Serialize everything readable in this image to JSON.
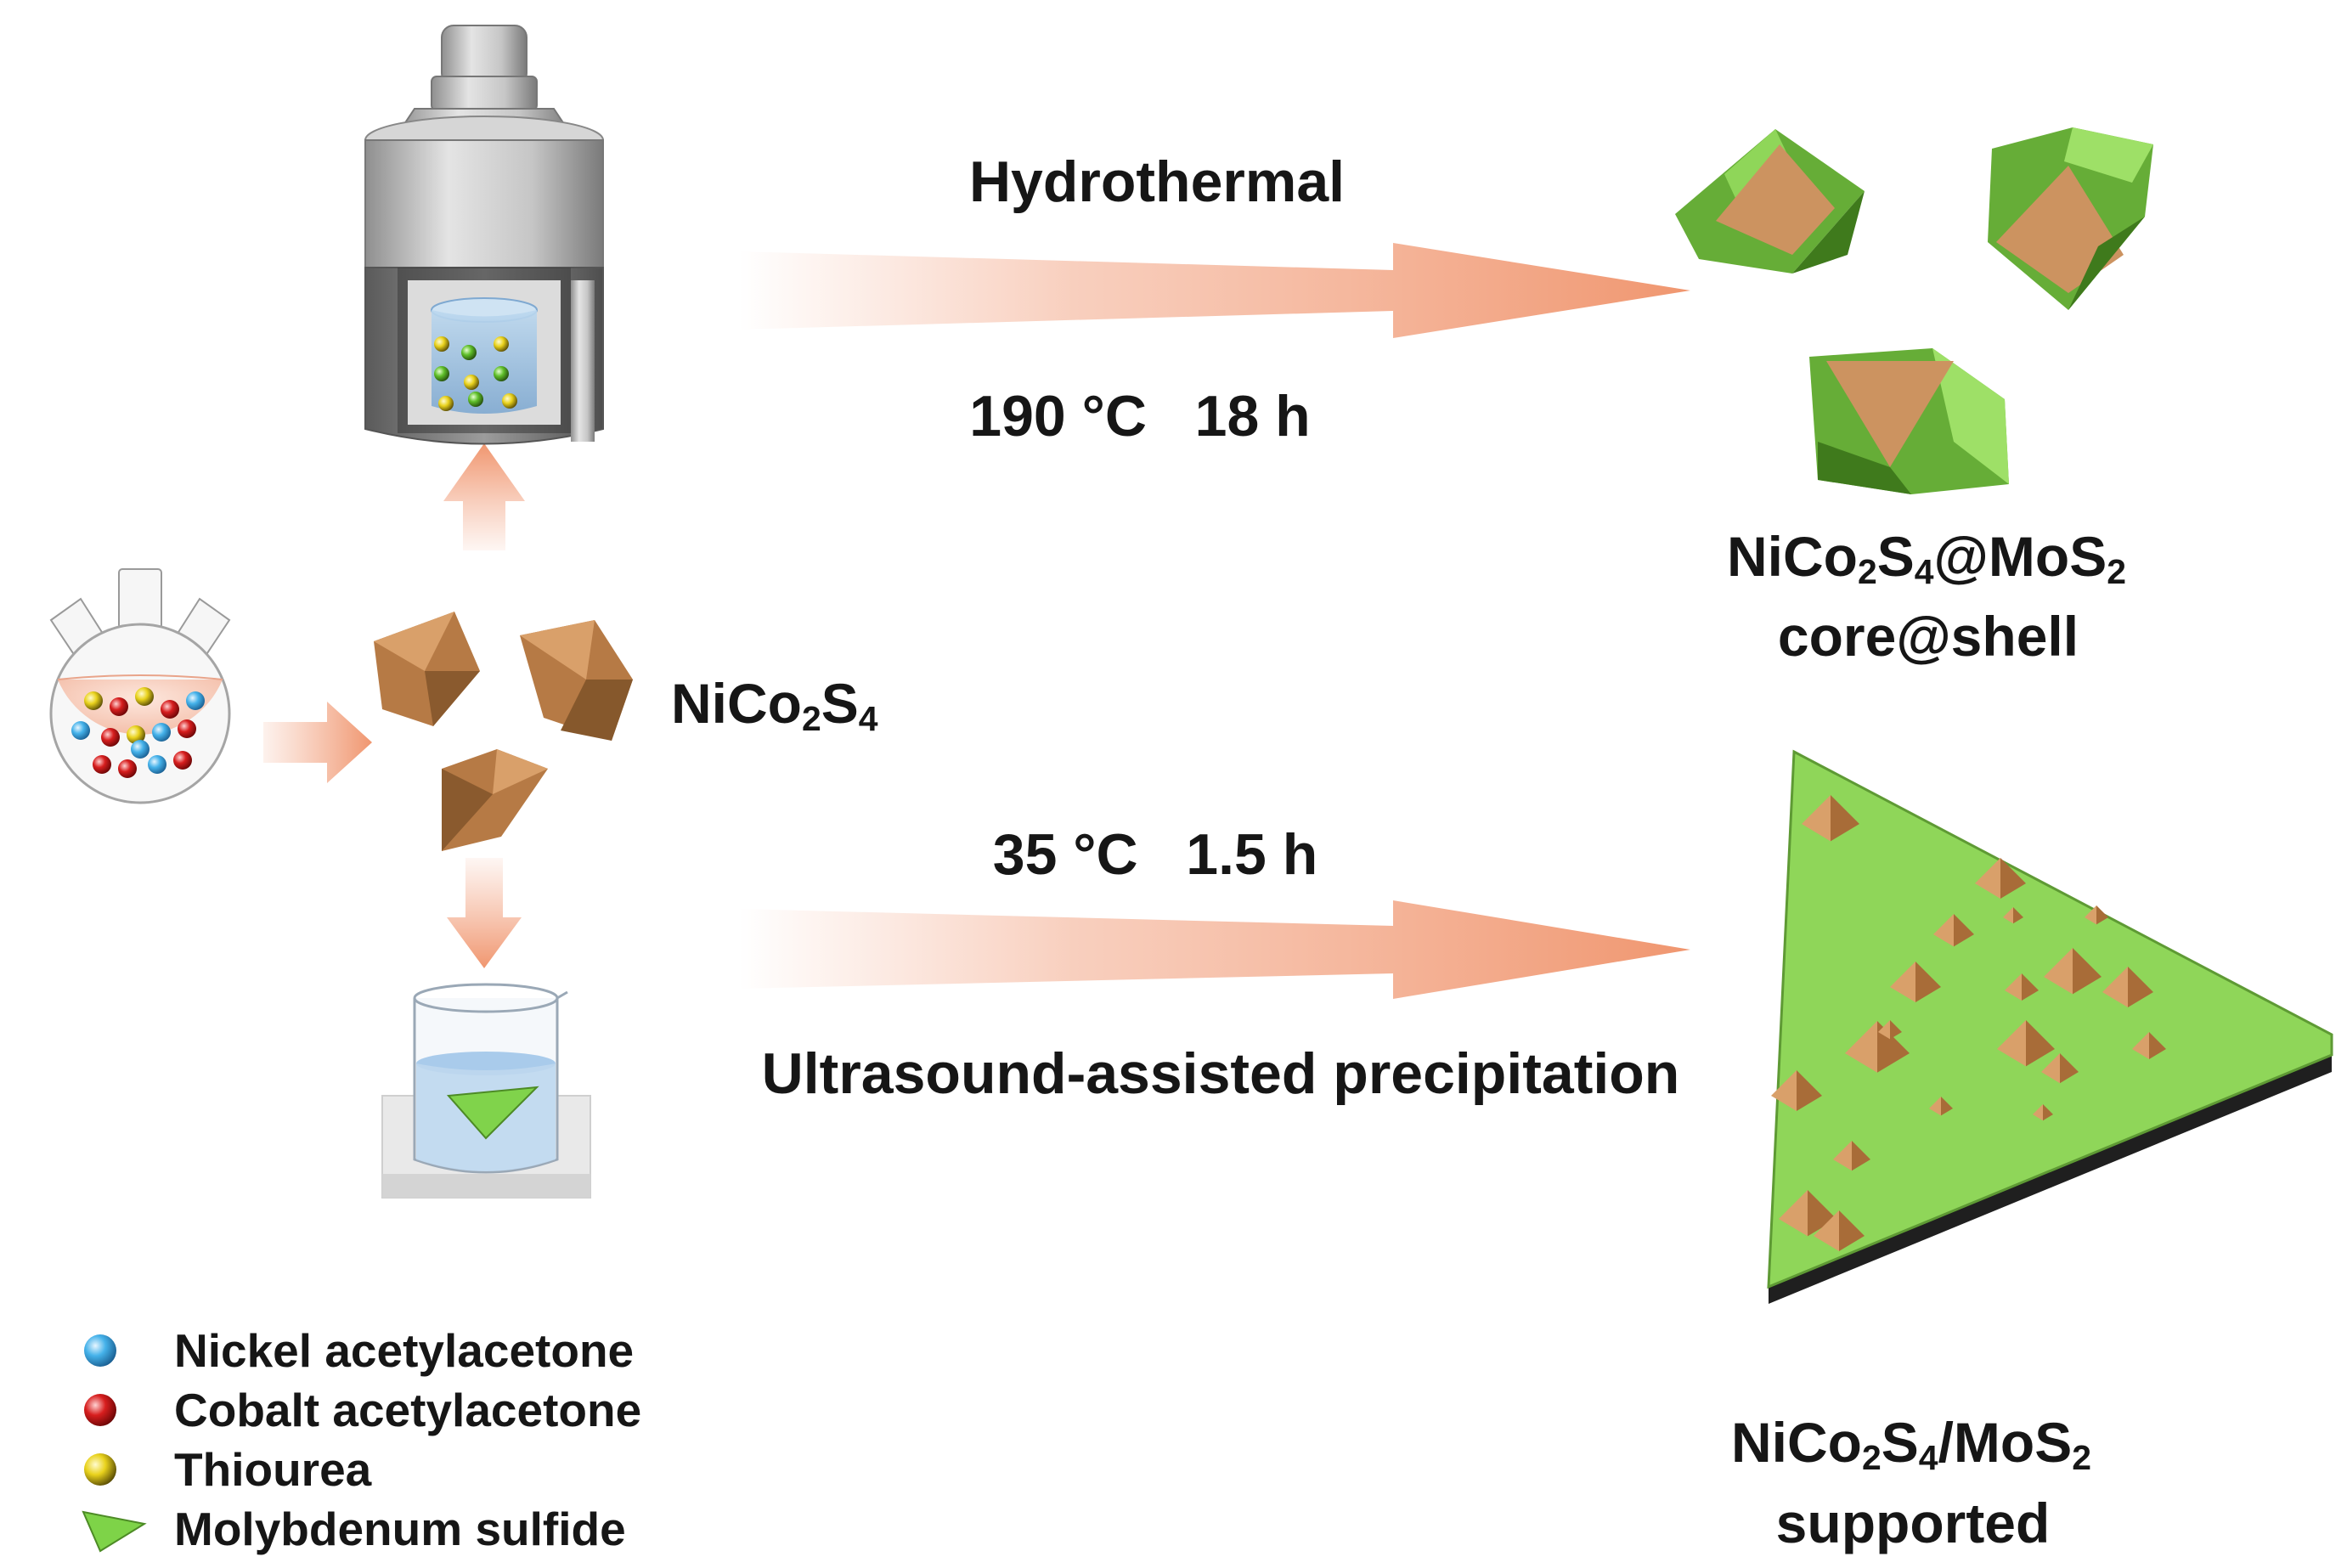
{
  "steps": {
    "hydrothermal": {
      "label": "Hydrothermal",
      "conditions": "190 °C   18 h"
    },
    "ultrasound": {
      "label": "Ultrasound-assisted precipitation",
      "conditions": "35 °C   1.5 h"
    }
  },
  "intermediate": {
    "formula": {
      "a": "NiCo",
      "b": "2",
      "c": "S",
      "d": "4"
    }
  },
  "products": {
    "core_shell": {
      "formula": {
        "a": "NiCo",
        "b": "2",
        "c": "S",
        "d": "4",
        "e": "@MoS",
        "f": "2"
      },
      "caption": "core@shell"
    },
    "supported": {
      "formula": {
        "a": "NiCo",
        "b": "2",
        "c": "S",
        "d": "4",
        "e": "/MoS",
        "f": "2"
      },
      "caption": "supported"
    }
  },
  "legend": [
    {
      "label": "Nickel acetylacetone",
      "icon": "blue-sphere-icon",
      "color": "#3fa9e0"
    },
    {
      "label": "Cobalt acetylacetone",
      "icon": "red-sphere-icon",
      "color": "#d01c1c"
    },
    {
      "label": "Thiourea",
      "icon": "yellow-sphere-icon",
      "color": "#e8d21a"
    },
    {
      "label": "Molybdenum sulfide",
      "icon": "green-triangle-icon",
      "color": "#7ed348"
    }
  ],
  "colors": {
    "arrow": "#f3a889",
    "nico2s4": "#b77a45",
    "mos2": "#8fd659",
    "mos2_dark": "#4f8f29"
  }
}
